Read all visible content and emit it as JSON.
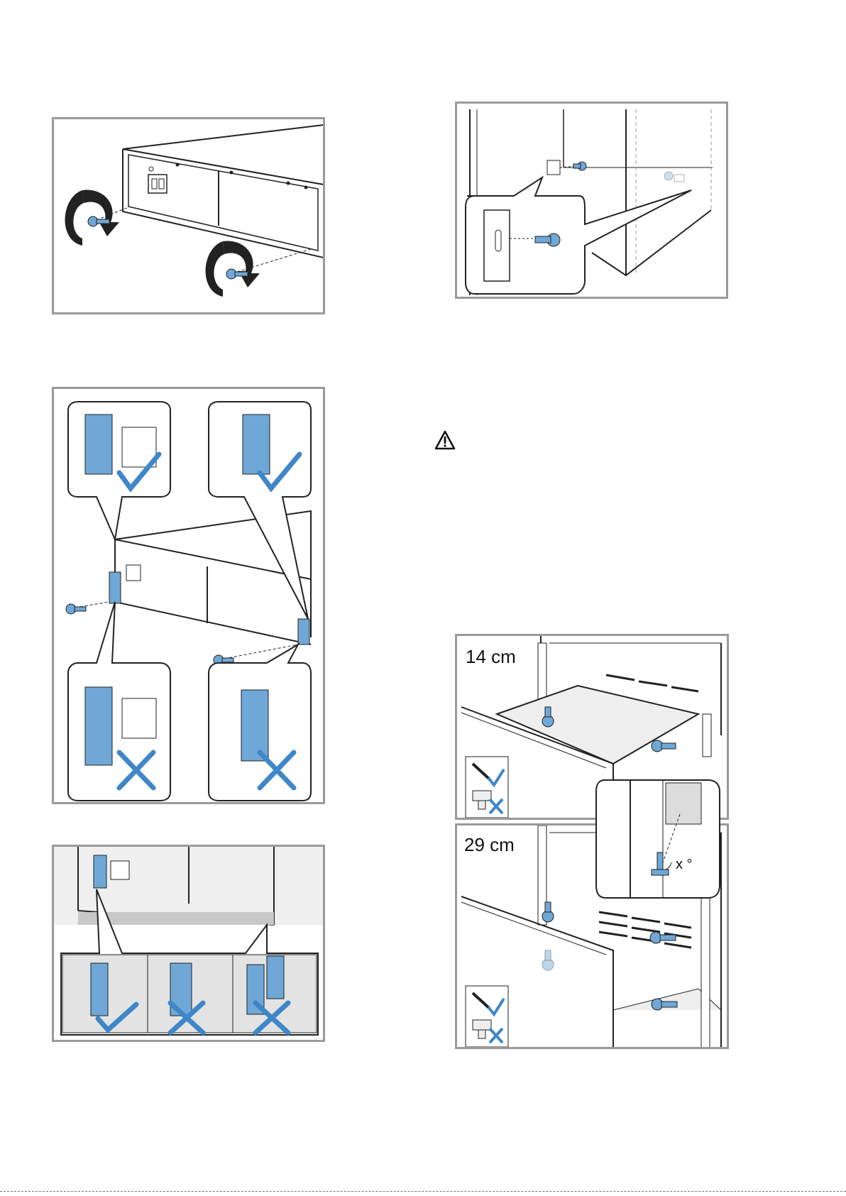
{
  "page": {
    "background": "#ffffff"
  },
  "colors": {
    "part_blue": "#6fa8d6",
    "frame": "#9a9a9a",
    "line": "#222222"
  },
  "icons": [
    "rotate-arrow-icon",
    "screw-icon",
    "checkmark-icon",
    "cross-icon",
    "warning-icon",
    "screwdriver-icon",
    "drill-icon"
  ],
  "figures": {
    "drawer_14": {
      "label": "14 cm"
    },
    "drawer_29": {
      "label": "29 cm"
    },
    "angle": {
      "label": "x °"
    }
  }
}
